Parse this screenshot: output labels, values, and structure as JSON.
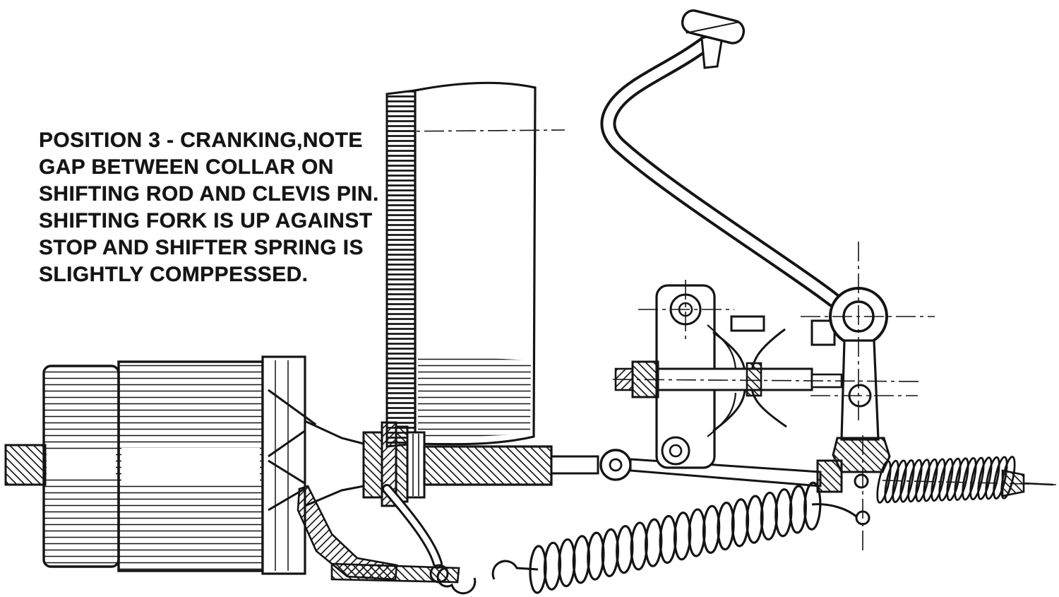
{
  "figure": {
    "background": "#ffffff",
    "ink": "#141414",
    "caption": {
      "lines": [
        "POSITION 3 - CRANKING,NOTE",
        "GAP BETWEEN COLLAR ON",
        "SHIFTING ROD AND CLEVIS PIN.",
        "SHIFTING FORK IS UP AGAINST",
        "STOP AND SHIFTER SPRING IS",
        "SLIGHTLY COMPPESSED."
      ]
    }
  }
}
